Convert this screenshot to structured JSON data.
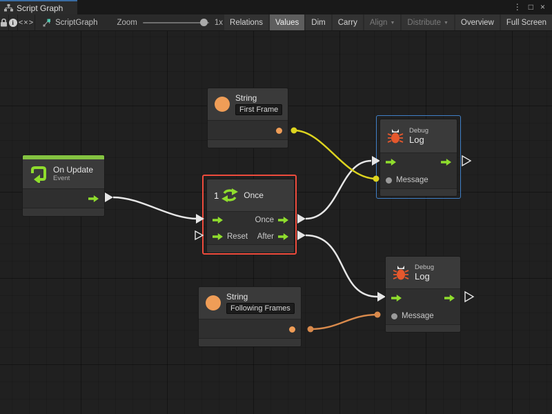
{
  "window": {
    "tab_title": "Script Graph",
    "menu_glyph": "⋮",
    "maximize_glyph": "□",
    "close_glyph": "×"
  },
  "toolbar": {
    "info_glyph": "i",
    "code_glyph": "<×>",
    "graph_name": "ScriptGraph",
    "zoom_label": "Zoom",
    "zoom_value": "1x",
    "dropdown_glyph": "▼",
    "buttons": [
      {
        "label": "Relations",
        "state": "normal"
      },
      {
        "label": "Values",
        "state": "active"
      },
      {
        "label": "Dim",
        "state": "normal"
      },
      {
        "label": "Carry",
        "state": "normal"
      },
      {
        "label": "Align",
        "state": "disabled",
        "dropdown": true
      },
      {
        "label": "Distribute",
        "state": "disabled",
        "dropdown": true
      },
      {
        "label": "Overview",
        "state": "normal"
      },
      {
        "label": "Full Screen",
        "state": "normal"
      }
    ]
  },
  "colors": {
    "flow_green": "#8fdd2d",
    "event_green": "#84c341",
    "string_orange": "#ef9d57",
    "bug_red": "#e5582d",
    "wire_white": "#e6e6e6",
    "wire_yellow": "#ddd41f",
    "wire_orange": "#d98a4c",
    "selection_red": "#ee4b3c",
    "selection_blue": "#4080c8",
    "port_gray": "#9a9a9a",
    "graph_icon_teal": "#4ec9b0"
  },
  "nodes": {
    "on_update": {
      "title": "On Update",
      "subtitle": "Event"
    },
    "string_first": {
      "title": "String",
      "value": "First Frame"
    },
    "once": {
      "badge": "1",
      "title": "Once",
      "port_once": "Once",
      "port_reset": "Reset",
      "port_after": "After"
    },
    "debug_log_top": {
      "category": "Debug",
      "title": "Log",
      "port_message": "Message"
    },
    "string_following": {
      "title": "String",
      "value": "Following Frames"
    },
    "debug_log_bottom": {
      "category": "Debug",
      "title": "Log",
      "port_message": "Message"
    }
  }
}
